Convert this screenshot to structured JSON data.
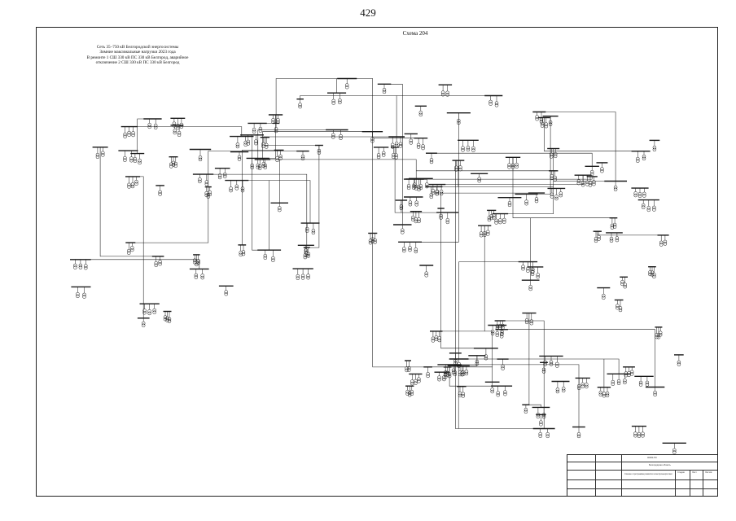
{
  "page": {
    "number": "429"
  },
  "scheme": {
    "title": "Схема 204"
  },
  "caption": {
    "lines": [
      "Сеть 35–750 кВ Белгородской энергосистемы",
      "Зимние максимальные нагрузки 2023 года",
      "В ремонте 1 СШ 330 кВ ПС 330 кВ Белгород, аварийное",
      "отключение 2 СШ 330 кВ ПС 330 кВ Белгород"
    ]
  },
  "title_block": {
    "code": "00000-ПЗ",
    "org": "Белгородская область",
    "project": "Схема и программа развития электроэнергетики",
    "sheet_label": "Лист",
    "sheets_label": "Листов",
    "stage_label": "Стадия"
  },
  "colors": {
    "ink": "#1a1a1a",
    "paper": "#ffffff"
  }
}
